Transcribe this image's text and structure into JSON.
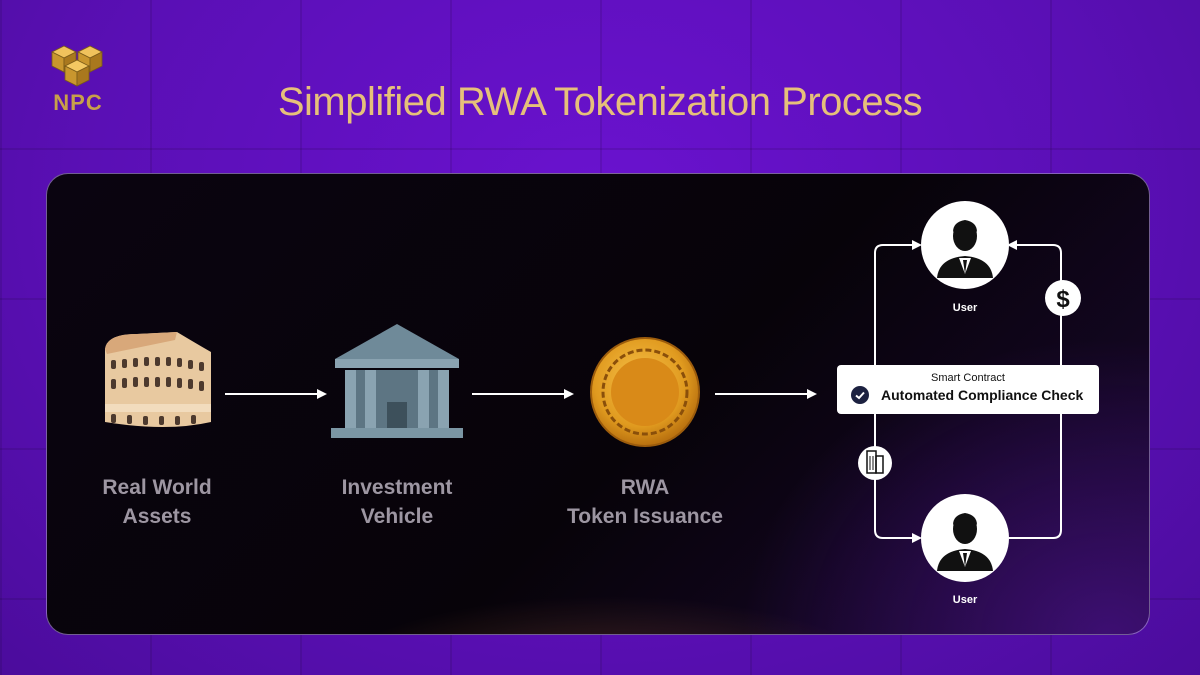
{
  "brand": {
    "name": "NPC"
  },
  "title": "Simplified RWA Tokenization Process",
  "steps": [
    {
      "line1": "Real World",
      "line2": "Assets",
      "icon": "colosseum-icon"
    },
    {
      "line1": "Investment",
      "line2": "Vehicle",
      "icon": "bank-building-icon"
    },
    {
      "line1": "RWA",
      "line2": "Token Issuance",
      "icon": "gold-coin-icon"
    }
  ],
  "contract": {
    "subtitle": "Smart Contract",
    "label": "Automated Compliance Check"
  },
  "users": [
    {
      "label": "User",
      "icon": "businessman-icon"
    },
    {
      "label": "User",
      "icon": "businessman-icon"
    }
  ],
  "loop_icons": {
    "payment": "dollar-icon",
    "asset": "building-icon"
  },
  "colors": {
    "background": "#5a10b8",
    "title": "#e6c07a",
    "panel": "#070309",
    "label": "#9d96a2"
  }
}
